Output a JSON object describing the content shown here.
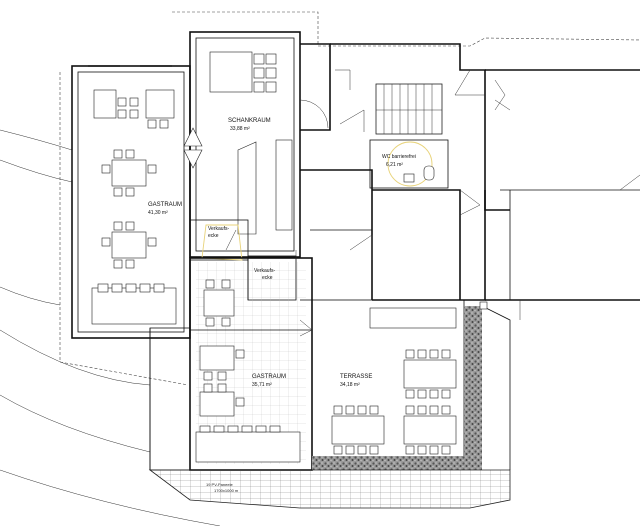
{
  "rooms": {
    "schankraum": {
      "name": "SCHANKRAUM",
      "area": "33,88 m²"
    },
    "gastraum_left": {
      "name": "GASTRAUM",
      "area": "41,30 m²"
    },
    "verkaufsecke_1": {
      "line1": "Verkaufs-",
      "line2": "ecke"
    },
    "verkaufsecke_2": {
      "line1": "Verkaufs-",
      "line2": "ecke"
    },
    "wc": {
      "name": "WC barrierefrei",
      "area": "6,21 m²"
    },
    "gastraum_lower": {
      "name": "GASTRAUM",
      "area": "35,71 m²"
    },
    "terrasse": {
      "name": "TERRASSE",
      "area": "34,18 m²"
    }
  },
  "annotation": {
    "line1": "19 PV-Paneele",
    "line2": "1700x1000 m"
  },
  "colors": {
    "line": "#111111",
    "accent": "#e8d37a",
    "gravel": "#7a7a7a"
  }
}
